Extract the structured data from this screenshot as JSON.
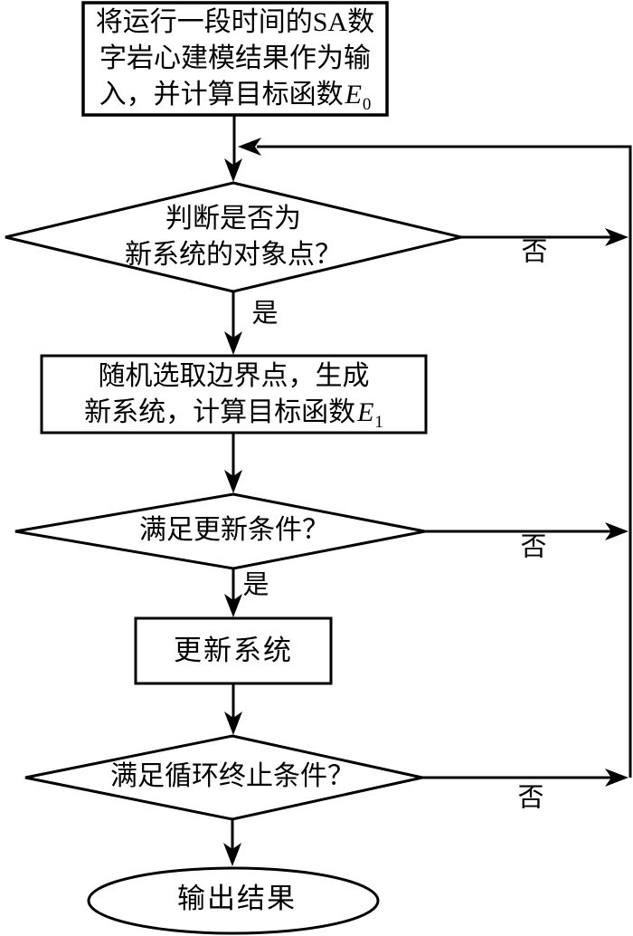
{
  "figure": {
    "type": "flowchart",
    "colors": {
      "background": "#ffffff",
      "stroke": "#000000",
      "text": "#000000"
    },
    "nodes": {
      "input": {
        "shape": "rectangle",
        "line1": "将运行一段时间的SA数",
        "line2": "字岩心建模结果作为输",
        "line3_text": "入，并计算目标函数",
        "line3_var": "E",
        "line3_sub": "0"
      },
      "decision_object_point": {
        "shape": "diamond",
        "line1": "判断是否为",
        "line2": "新系统的对象点？"
      },
      "generate_system": {
        "shape": "rectangle",
        "line1": "随机选取边界点，生成",
        "line2_text": "新系统，计算目标函数",
        "line2_var": "E",
        "line2_sub": "1"
      },
      "decision_update": {
        "shape": "diamond",
        "label": "满足更新条件？"
      },
      "update_system": {
        "shape": "rectangle",
        "label": "更新系统"
      },
      "decision_terminate": {
        "shape": "diamond",
        "label": "满足循环终止条件？"
      },
      "output": {
        "shape": "ellipse",
        "label": "输出结果"
      }
    },
    "edge_labels": {
      "decision1_yes": "是",
      "decision1_no": "否",
      "decision2_yes": "是",
      "decision2_no": "否",
      "decision3_no": "否"
    }
  }
}
